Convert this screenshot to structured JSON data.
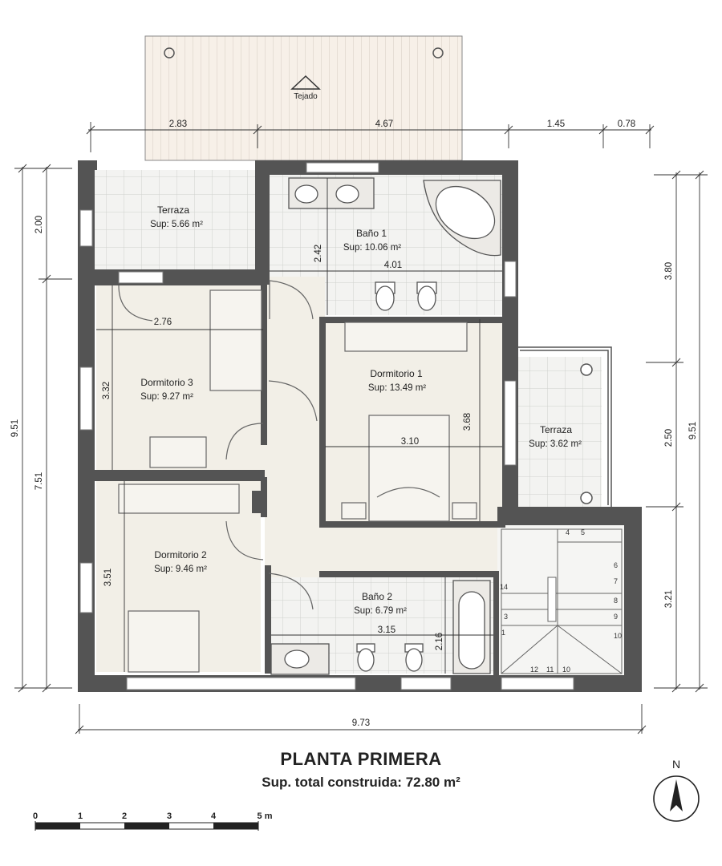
{
  "title": "PLANTA PRIMERA",
  "subtitle": "Sup. total construida: 72.80 m²",
  "roof_label": "Tejado",
  "north_label": "N",
  "rooms": {
    "terraza_top": {
      "name": "Terraza",
      "area": "Sup: 5.66 m²"
    },
    "bano1": {
      "name": "Baño 1",
      "area": "Sup: 10.06 m²"
    },
    "dormitorio3": {
      "name": "Dormitorio 3",
      "area": "Sup: 9.27 m²"
    },
    "dormitorio1": {
      "name": "Dormitorio 1",
      "area": "Sup: 13.49 m²"
    },
    "terraza_right": {
      "name": "Terraza",
      "area": "Sup: 3.62 m²"
    },
    "dormitorio2": {
      "name": "Dormitorio 2",
      "area": "Sup: 9.46 m²"
    },
    "bano2": {
      "name": "Baño 2",
      "area": "Sup: 6.79 m²"
    }
  },
  "dimensions": {
    "top_a": "2.83",
    "top_b": "4.67",
    "top_c": "1.45",
    "top_d": "0.78",
    "left_total": "9.51",
    "left_a": "2.00",
    "left_b": "7.51",
    "right_a": "3.80",
    "right_b": "2.50",
    "right_c": "3.21",
    "right_total": "9.51",
    "bottom_total": "9.73",
    "d3_width": "2.76",
    "d3_height": "3.32",
    "b1_height": "2.42",
    "b1_width": "4.01",
    "d1_height": "3.68",
    "d1_width": "3.10",
    "d2_height": "3.51",
    "b2_width": "3.15",
    "b2_height": "2.16"
  },
  "stairs": [
    "4",
    "5",
    "6",
    "7",
    "8",
    "9",
    "10",
    "10",
    "11",
    "12",
    "14",
    "3",
    "1"
  ],
  "scale": {
    "ticks": [
      "0",
      "1",
      "2",
      "3",
      "4",
      "5 m"
    ]
  }
}
